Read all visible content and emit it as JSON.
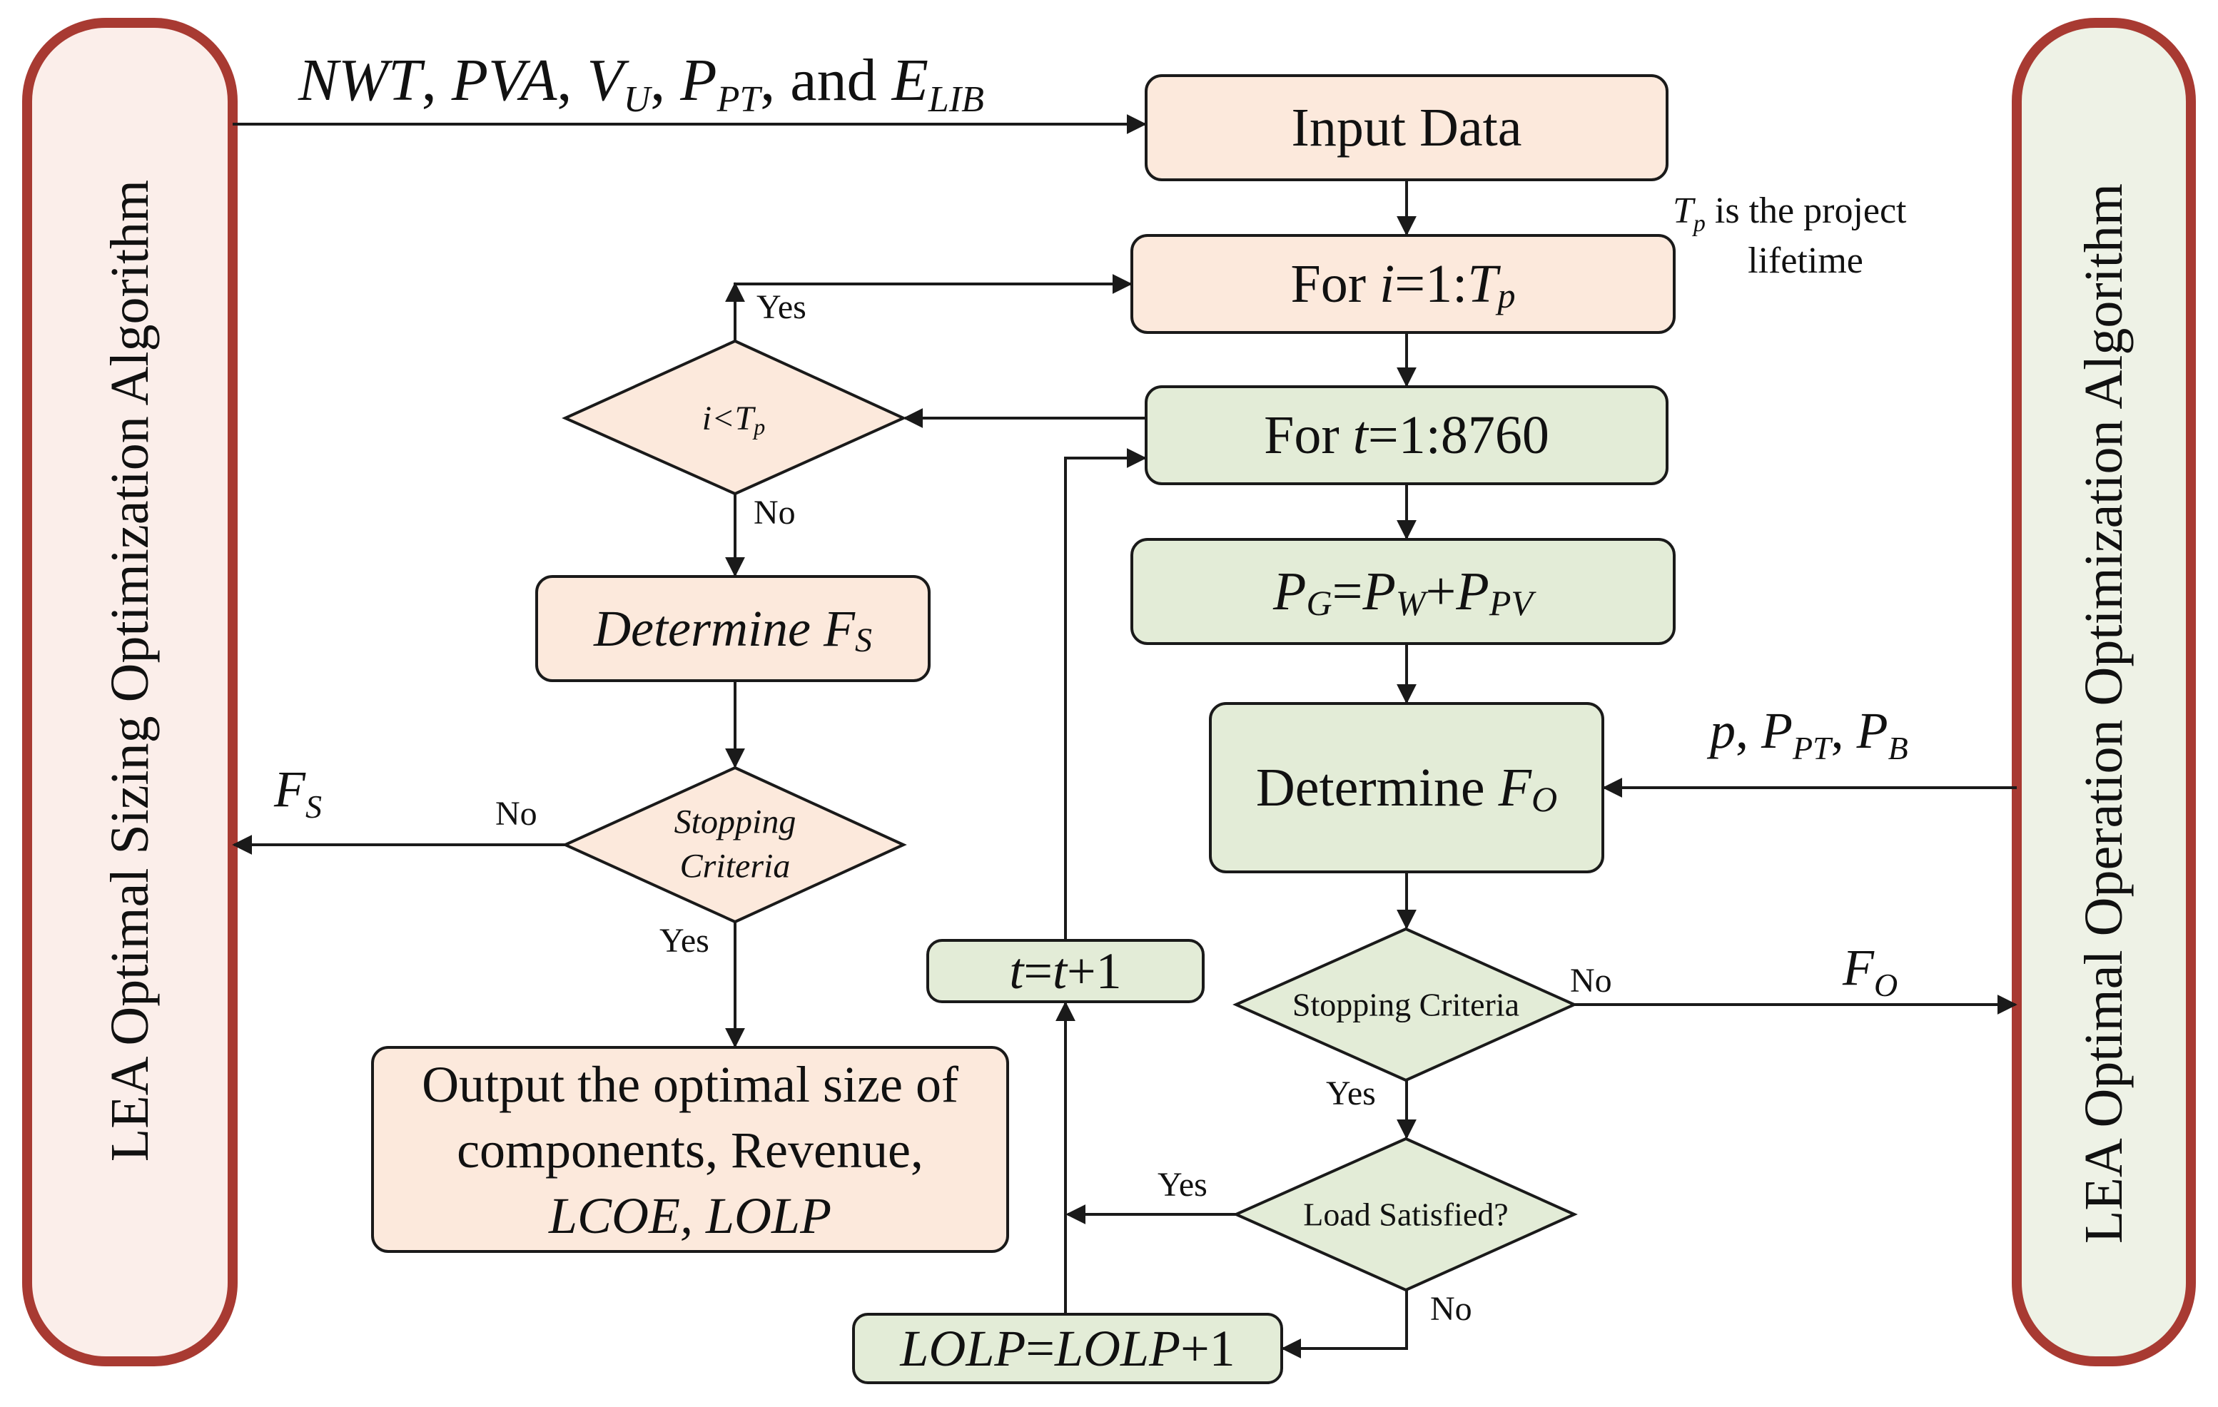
{
  "colors": {
    "side_border": "#a83a32",
    "left_side_fill": "#fbeeea",
    "right_side_fill": "#eef2e6",
    "orange_fill": "#fce9dc",
    "green_fill": "#e3ecd7",
    "stroke": "#1a1a1a"
  },
  "left_panel": {
    "title": "LEA Optimal Sizing Optimization Algorithm"
  },
  "right_panel": {
    "title": "LEA Optimal Operation Optimization Algorithm"
  },
  "inputs_top": {
    "nwt": "NWT",
    "sep1": ", ",
    "pva": "PVA",
    "sep2": ", ",
    "vu_main": "V",
    "vu_sub": "U",
    "sep3": ", ",
    "ppt_main": "P",
    "ppt_sub": "PT",
    "and_text": ", and ",
    "elib_main": "E",
    "elib_sub": "LIB"
  },
  "boxes": {
    "input_data": "Input Data",
    "for_i": {
      "pre": "For ",
      "var": "i",
      "mid": "=1:",
      "tp_main": "T",
      "tp_sub": "p"
    },
    "for_t": {
      "pre": "For ",
      "var": "t",
      "post": "=1:8760"
    },
    "pg": {
      "pg_main": "P",
      "pg_sub": "G",
      "eq": "=",
      "pw_main": "P",
      "pw_sub": "W",
      "plus": "+",
      "ppv_main": "P",
      "ppv_sub": "PV"
    },
    "det_fo": {
      "text": "Determine ",
      "f_main": "F",
      "f_sub": "O"
    },
    "det_fs": {
      "text": "Determine ",
      "f_main": "F",
      "f_sub": "S"
    },
    "t_inc": {
      "t1": "t",
      "eq": "=",
      "t2": "t",
      "inc": "+1"
    },
    "lolp_inc": {
      "l1": "LOLP",
      "eq": "=",
      "l2": "LOLP",
      "inc": "+1"
    },
    "output": {
      "line1": "Output the optimal size of",
      "line2": "components, Revenue,",
      "line3": "LCOE, LOLP"
    }
  },
  "decisions": {
    "i_lt_tp": {
      "i": "i",
      "lt": "<",
      "tp_main": "T",
      "tp_sub": "p"
    },
    "stop_left": {
      "line1": "Stopping",
      "line2": "Criteria"
    },
    "stop_right": "Stopping Criteria",
    "load": "Load Satisfied?"
  },
  "note_tp": {
    "tp_main": "T",
    "tp_sub": "p",
    "line1_rest": " is the project",
    "line2": "lifetime"
  },
  "edge_labels": {
    "yes": "Yes",
    "no": "No",
    "fs_main": "F",
    "fs_sub": "S",
    "fo_main": "F",
    "fo_sub": "O",
    "right_inputs": {
      "p": "p",
      "sep1": ", ",
      "ppt_main": "P",
      "ppt_sub": "PT",
      "sep2": ", ",
      "pb_main": "P",
      "pb_sub": "B"
    }
  }
}
